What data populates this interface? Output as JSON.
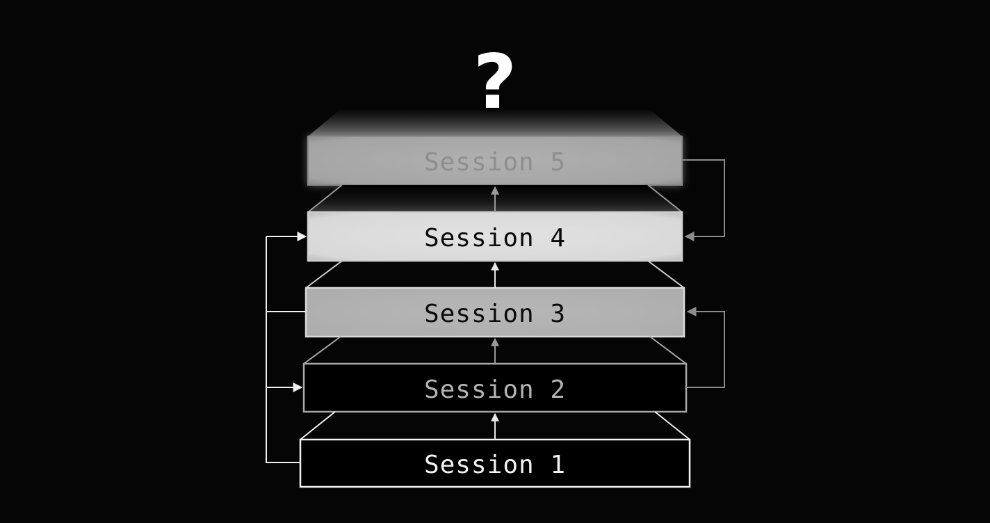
{
  "diagram": {
    "title_symbol": "?",
    "sessions": [
      {
        "id": 1,
        "label": "Session 1",
        "fill": "#000000",
        "stroke": "#f2f2f2",
        "text_color": "#f2f2f2"
      },
      {
        "id": 2,
        "label": "Session 2",
        "fill": "#000000",
        "stroke": "#a8a8a8",
        "text_color": "#b4b4b4"
      },
      {
        "id": 3,
        "label": "Session 3",
        "fill": "#b3b3b3",
        "stroke": "#d9d9d9",
        "text_color": "#0a0a0a"
      },
      {
        "id": 4,
        "label": "Session 4",
        "fill": "#e0e0e0",
        "stroke": "#cfcfcf",
        "text_color": "#0a0a0a"
      },
      {
        "id": 5,
        "label": "Session 5",
        "fill": "#a9a9a9",
        "stroke": "#8a8a8a",
        "text_color": "#8e8e8e"
      }
    ],
    "connections": [
      {
        "from": "Session 1",
        "to": "Session 2",
        "side": "center"
      },
      {
        "from": "Session 2",
        "to": "Session 3",
        "side": "center"
      },
      {
        "from": "Session 3",
        "to": "Session 4",
        "side": "center"
      },
      {
        "from": "Session 4",
        "to": "Session 5",
        "side": "center"
      },
      {
        "from": "Session 1",
        "to": "Session 2",
        "side": "left"
      },
      {
        "from": "Session 1",
        "to": "Session 4",
        "side": "left"
      },
      {
        "from": "Session 3",
        "to": "Session 4",
        "side": "left"
      },
      {
        "from": "Session 3",
        "to": "Session 2",
        "side": "left"
      },
      {
        "from": "Session 2",
        "to": "Session 3",
        "side": "right"
      },
      {
        "from": "Session 5",
        "to": "Session 4",
        "side": "right"
      }
    ],
    "colors": {
      "background": "#050505",
      "left_connector": "#f0f0f0",
      "right_connector": "#8c8c8c"
    }
  }
}
